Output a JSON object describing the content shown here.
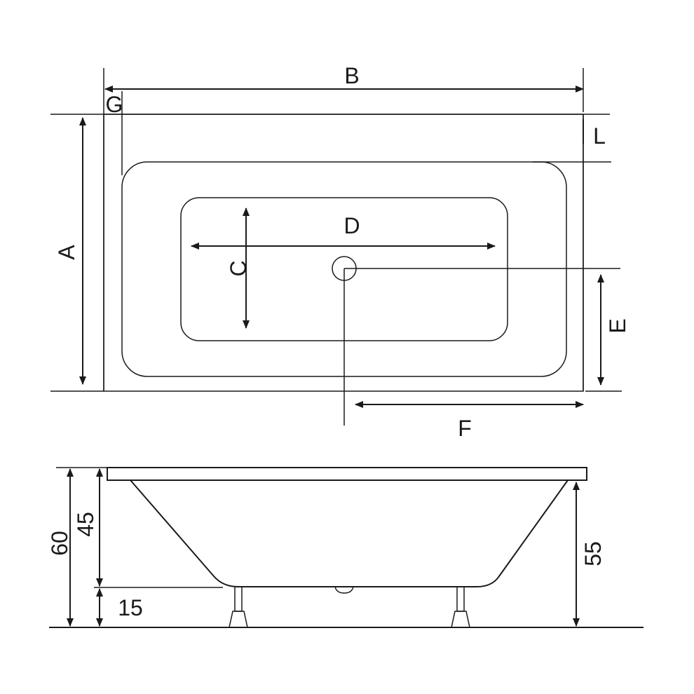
{
  "top_view": {
    "labels": {
      "A": "A",
      "B": "B",
      "C": "C",
      "D": "D",
      "E": "E",
      "F": "F",
      "G": "G",
      "L": "L"
    }
  },
  "side_view": {
    "dimensions": {
      "total_height": "60",
      "tub_height": "45",
      "leg_height": "15",
      "rim_height": "55"
    }
  },
  "colors": {
    "line": "#1a1a1a",
    "background": "#ffffff"
  }
}
